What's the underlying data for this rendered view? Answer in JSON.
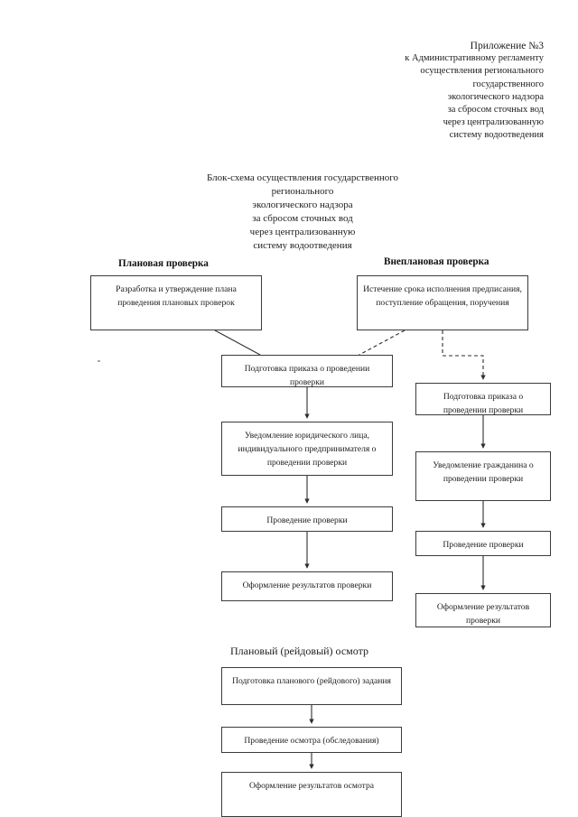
{
  "document": {
    "header": {
      "lines": [
        "Приложение №3",
        "к Административному регламенту",
        "осуществления регионального",
        "государственного",
        "экологического надзора",
        "за сбросом сточных вод",
        "через централизованную",
        "систему водоотведения"
      ]
    },
    "scheme_title": {
      "lines": [
        "Блок-схема осуществления государственного",
        "регионального",
        "экологического надзора",
        "за сбросом сточных вод",
        "через централизованную",
        "систему водоотведения"
      ]
    },
    "captions": {
      "planned": "Плановая проверка",
      "unplanned": "Внеплановая проверка",
      "raid_inspection": "Плановый (рейдовый) осмотр"
    },
    "boxes": {
      "plan_development": "Разработка и утверждение  плана проведения плановых проверок",
      "unplanned_trigger": "Истечение срока исполнения предписания, поступление обращения, поручения",
      "center_order": "Подготовка приказа о проведении проверки",
      "center_notify": "Уведомление юридического лица, индивидуального предпринимателя о проведении проверки",
      "center_conduct": "Проведение проверки",
      "center_results": "Оформление результатов проверки",
      "right_order": "Подготовка приказа о проведении проверки",
      "right_notify": "Уведомление гражданина о проведении проверки",
      "right_conduct": "Проведение проверки",
      "right_results": "Оформление результатов проверки",
      "raid_task": "Подготовка планового (рейдового) задания",
      "raid_conduct": "Проведение осмотра (обследования)",
      "raid_results": "Оформление результатов осмотра"
    },
    "colors": {
      "page_background": "#ffffff",
      "text": "#1c1c1c",
      "box_border": "#3b3b3b",
      "connector": "#2e2e2e"
    }
  }
}
